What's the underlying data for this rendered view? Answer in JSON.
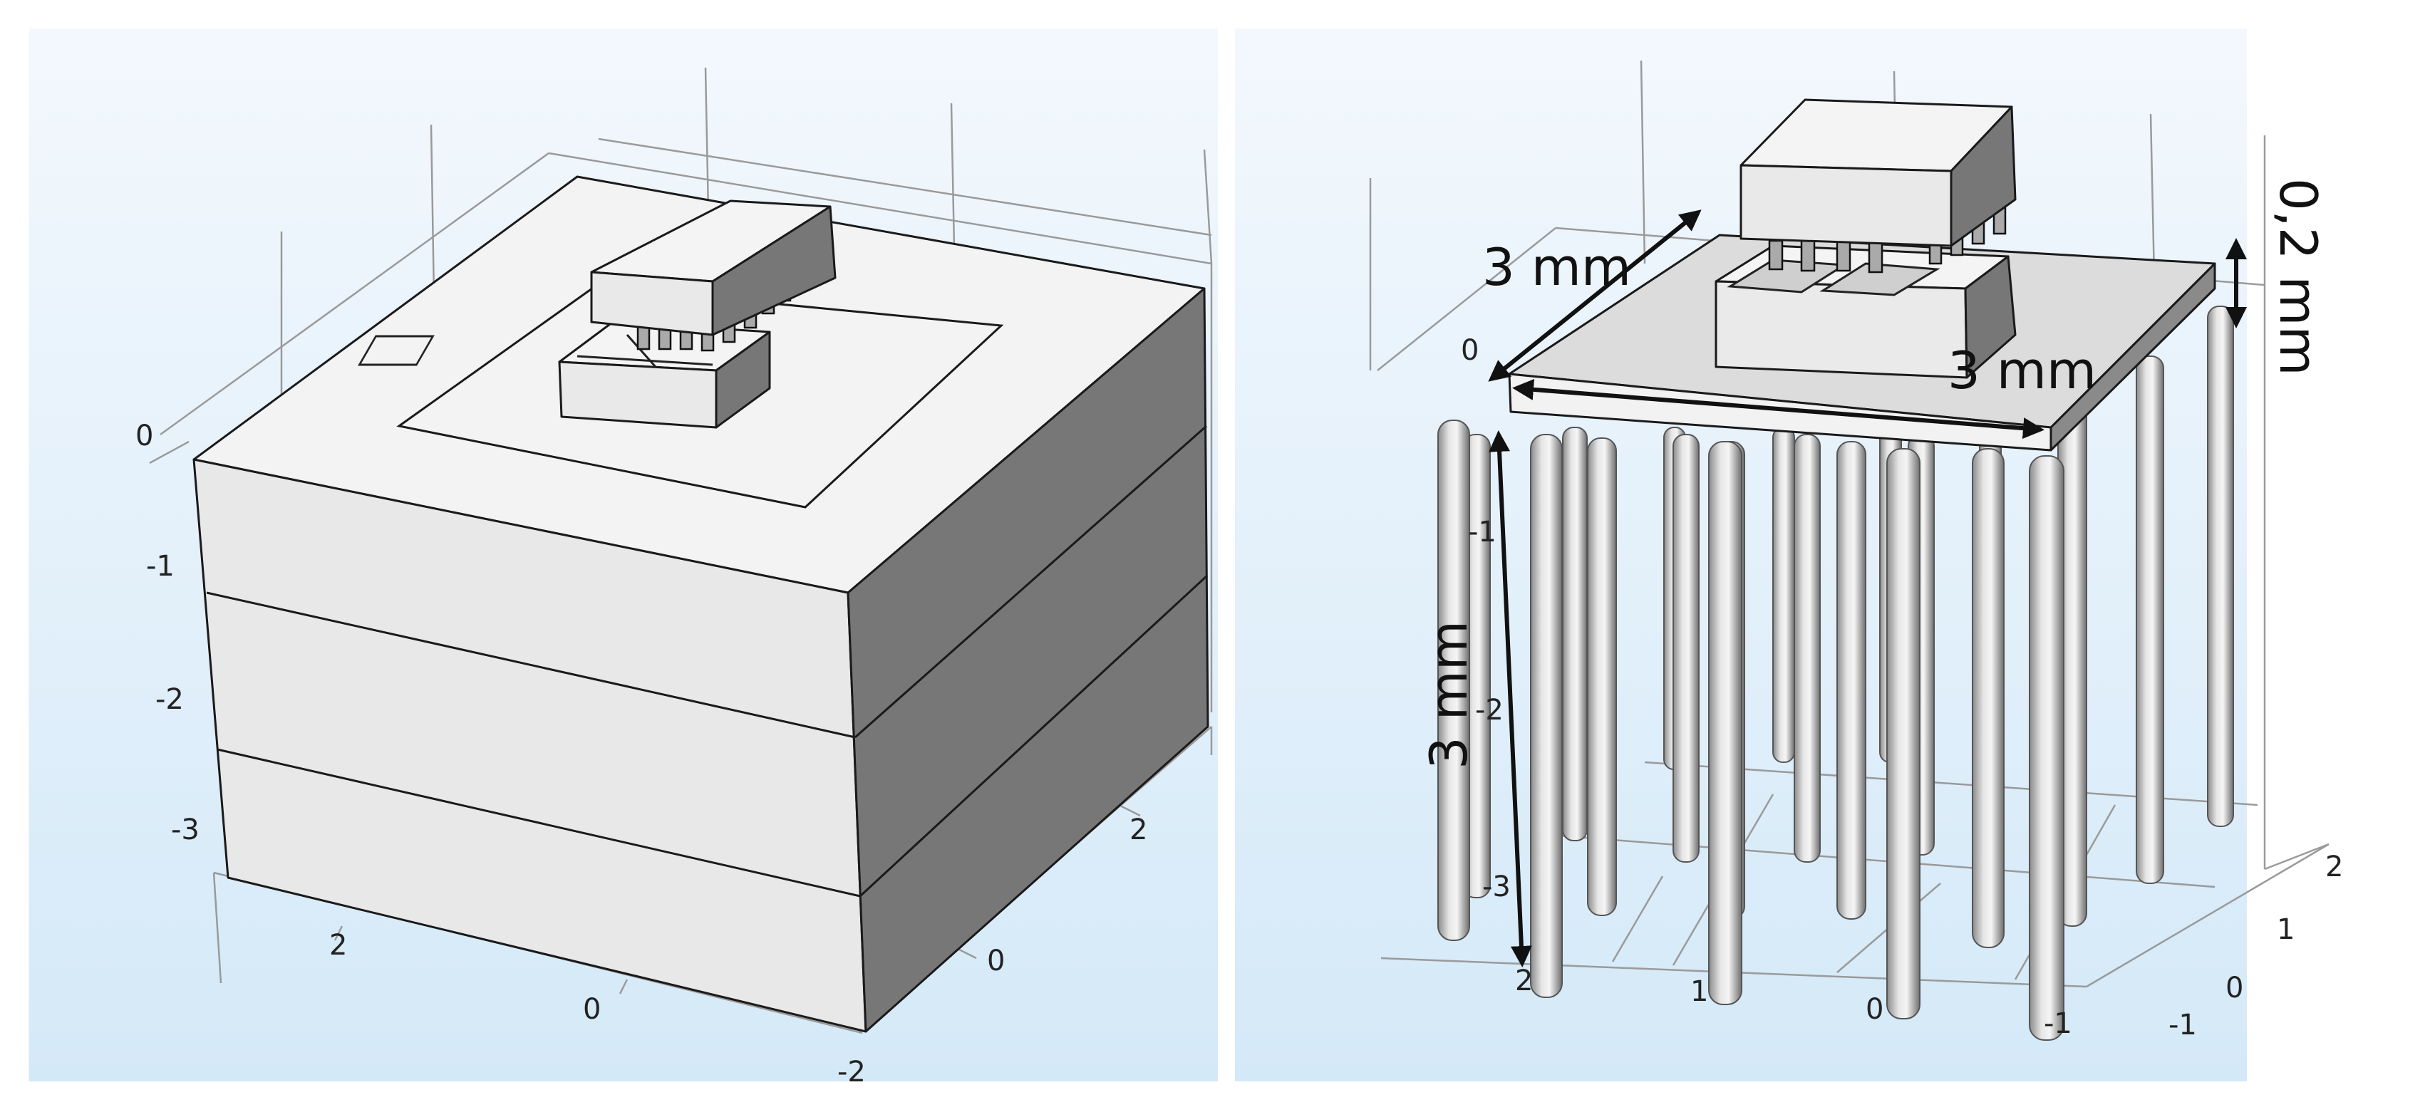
{
  "left_view": {
    "axis_ticks_vertical": [
      "0",
      "-1",
      "-2",
      "-3"
    ],
    "axis_ticks_front": [
      "2",
      "0"
    ],
    "axis_ticks_side": [
      "2",
      "0",
      "-2"
    ]
  },
  "right_view": {
    "axis_ticks_vertical": [
      "0",
      "-1",
      "-2",
      "-3"
    ],
    "axis_ticks_front": [
      "2",
      "1",
      "0",
      "-1"
    ],
    "axis_ticks_side": [
      "2",
      "1",
      "0",
      "-1"
    ],
    "dimensions": {
      "depth": "3 mm",
      "width": "3 mm",
      "thickness": "0,2 mm",
      "pillar_height": "3 mm"
    }
  },
  "colors": {
    "background_top": "#f3f8fd",
    "background_bottom": "#d4e9f8",
    "face_light": "#e8e8e8",
    "face_top": "#f2f2f2",
    "face_dark": "#777777"
  }
}
